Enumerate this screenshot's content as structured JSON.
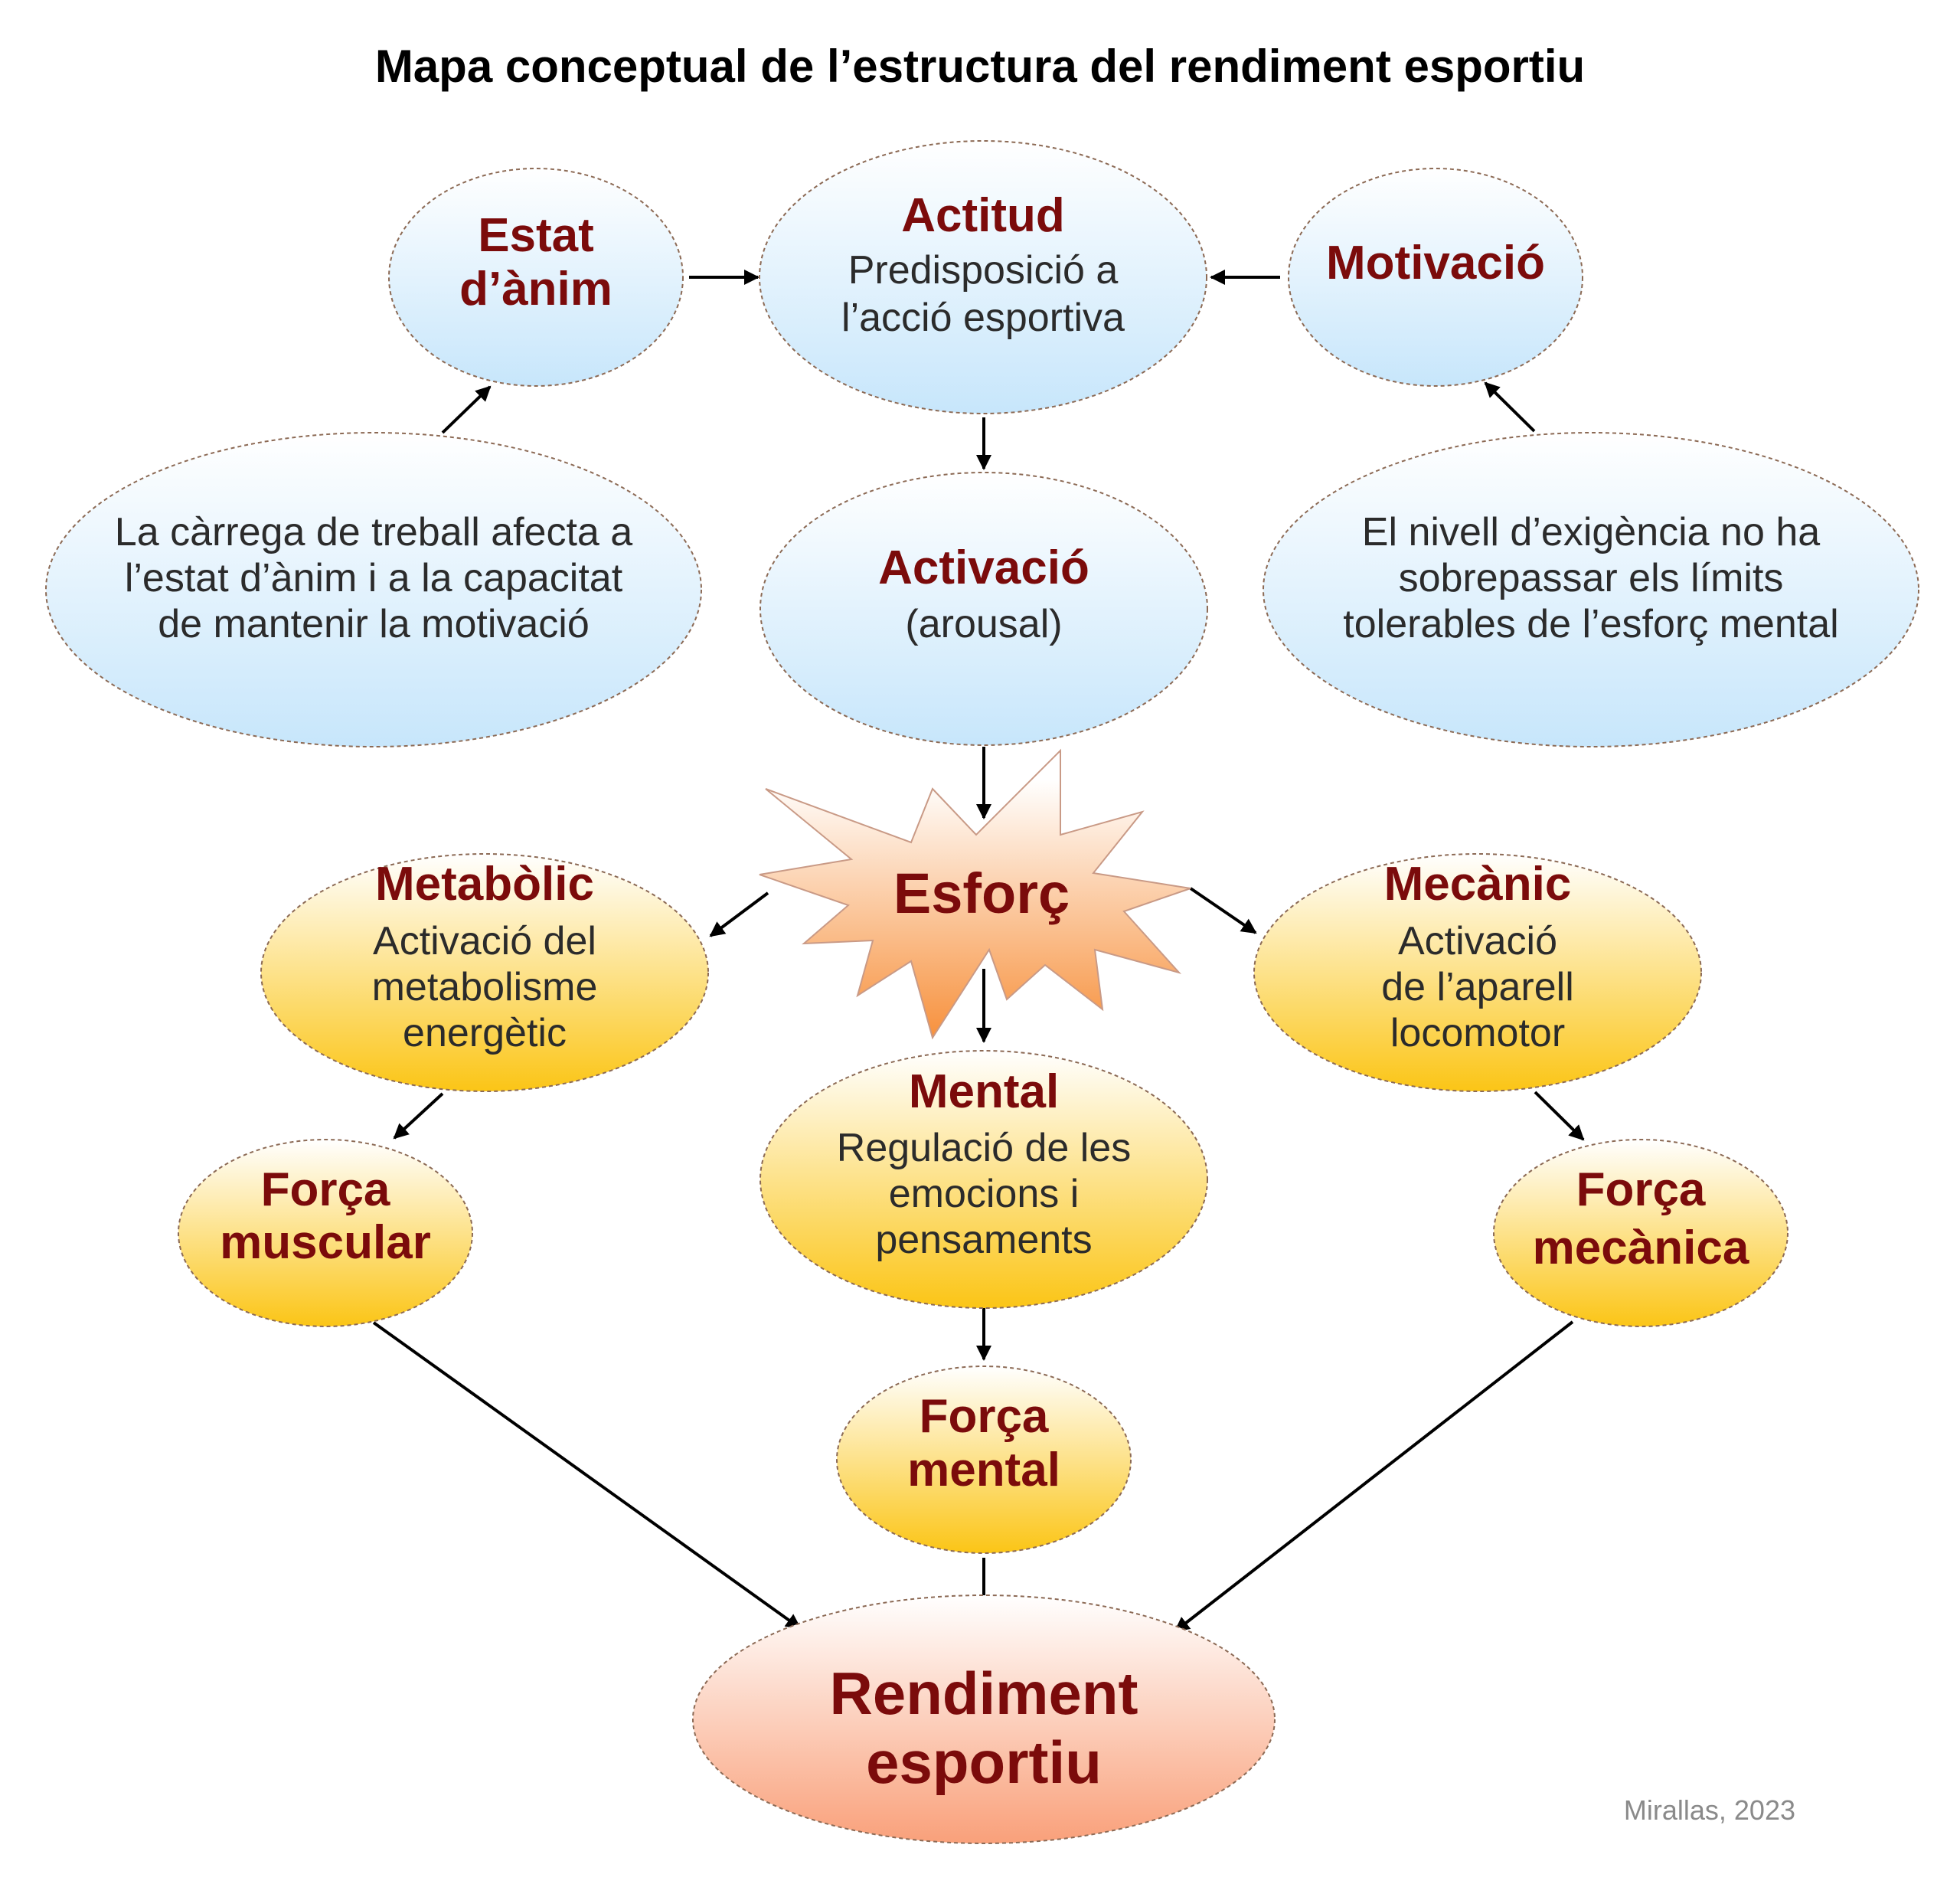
{
  "title": "Mapa conceptual de l’estructura del rendiment esportiu",
  "credit": "Mirallas, 2023",
  "colors": {
    "heading": "#7b0b0b",
    "body_text": "#2b2b2b",
    "blue_top": "#ffffff",
    "blue_bottom": "#c7e6fb",
    "yellow_top": "#ffffff",
    "yellow_bottom": "#fbc516",
    "salmon_top": "#ffffff",
    "salmon_bottom": "#f9a07a",
    "burst_bottom": "#f7913d"
  },
  "nodes": {
    "estat": {
      "heading": [
        "Estat",
        "d’ànim"
      ]
    },
    "actitud": {
      "heading": [
        "Actitud"
      ],
      "body": [
        "Predisposició a",
        "l’acció esportiva"
      ]
    },
    "motivacio": {
      "heading": [
        "Motivació"
      ]
    },
    "carrega": {
      "body": [
        "La càrrega de treball afecta a",
        "l’estat d’ànim i a la capacitat",
        "de mantenir la motivació"
      ]
    },
    "activacio": {
      "heading": [
        "Activació"
      ],
      "body": [
        "(arousal)"
      ]
    },
    "exigencia": {
      "body": [
        "El nivell d’exigència no ha",
        "sobrepassar els límits",
        "tolerables de l’esforç mental"
      ]
    },
    "esforc": {
      "heading": [
        "Esforç"
      ]
    },
    "metabolic": {
      "heading": [
        "Metabòlic"
      ],
      "body": [
        "Activació del",
        "metabolisme",
        "energètic"
      ]
    },
    "mecanic": {
      "heading": [
        "Mecànic"
      ],
      "body": [
        "Activació",
        "de l’aparell",
        "locomotor"
      ]
    },
    "mental": {
      "heading": [
        "Mental"
      ],
      "body": [
        "Regulació de les",
        "emocions i",
        "pensaments"
      ]
    },
    "forca_muscular": {
      "heading": [
        "Força",
        "muscular"
      ]
    },
    "forca_mecanica": {
      "heading": [
        "Força",
        "mecànica"
      ]
    },
    "forca_mental": {
      "heading": [
        "Força",
        "mental"
      ]
    },
    "rendiment": {
      "heading": [
        "Rendiment",
        "esportiu"
      ]
    }
  },
  "edges": [
    {
      "from": "estat",
      "to": "actitud"
    },
    {
      "from": "motivacio",
      "to": "actitud"
    },
    {
      "from": "actitud",
      "to": "activacio"
    },
    {
      "from": "carrega",
      "to": "estat"
    },
    {
      "from": "exigencia",
      "to": "motivacio"
    },
    {
      "from": "activacio",
      "to": "esforc"
    },
    {
      "from": "esforc",
      "to": "metabolic"
    },
    {
      "from": "esforc",
      "to": "mecanic"
    },
    {
      "from": "esforc",
      "to": "mental"
    },
    {
      "from": "metabolic",
      "to": "forca_muscular"
    },
    {
      "from": "mecanic",
      "to": "forca_mecanica"
    },
    {
      "from": "mental",
      "to": "forca_mental"
    },
    {
      "from": "forca_muscular",
      "to": "rendiment"
    },
    {
      "from": "forca_mental",
      "to": "rendiment"
    },
    {
      "from": "forca_mecanica",
      "to": "rendiment"
    }
  ]
}
